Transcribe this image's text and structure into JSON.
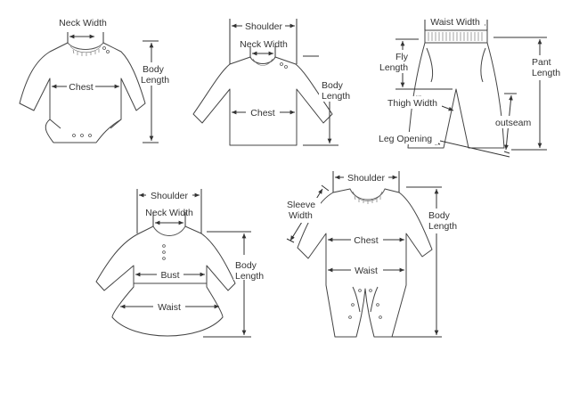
{
  "labels": {
    "bodysuit": {
      "neck_width": "Neck Width",
      "chest": "Chest",
      "body_length_1": "Body",
      "body_length_2": "Length"
    },
    "shirt": {
      "shoulder": "Shoulder",
      "neck_width": "Neck Width",
      "chest": "Chest",
      "body_length_1": "Body",
      "body_length_2": "Length"
    },
    "pants": {
      "waist_width": "Waist Width",
      "fly_length_1": "Fly",
      "fly_length_2": "Length",
      "pant_length_1": "Pant",
      "pant_length_2": "Length",
      "thigh_width": "Thigh Width",
      "outseam": "outseam",
      "leg_opening": "Leg Opening"
    },
    "dress": {
      "shoulder": "Shoulder",
      "neck_width": "Neck Width",
      "bust": "Bust",
      "waist": "Waist",
      "body_length_1": "Body",
      "body_length_2": "Length"
    },
    "romper": {
      "shoulder": "Shoulder",
      "sleeve_width_1": "Sleeve",
      "sleeve_width_2": "Width",
      "chest": "Chest",
      "waist": "Waist",
      "body_length_1": "Body",
      "body_length_2": "Length"
    }
  },
  "colors": {
    "stroke": "#444444",
    "text": "#333333",
    "background": "#ffffff"
  }
}
